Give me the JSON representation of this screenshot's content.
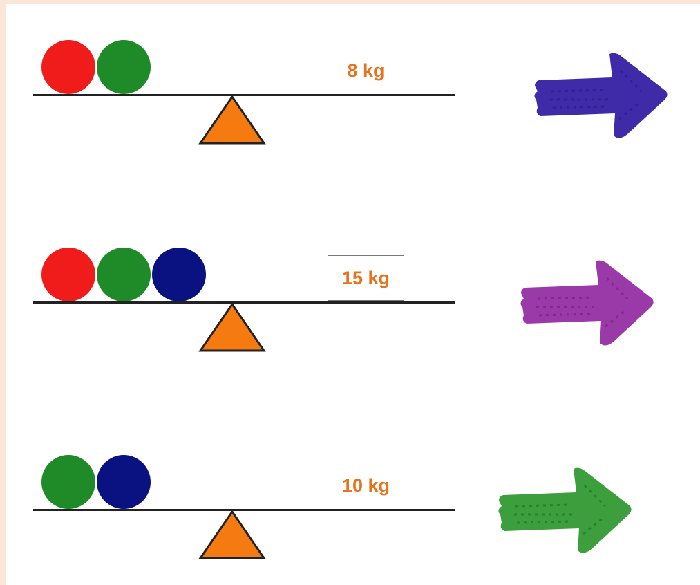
{
  "colors": {
    "red": "#f01c1c",
    "green": "#1f8a28",
    "blue": "#0a1180",
    "fulcrum": "#f57a10",
    "label": "#e8731e",
    "arrow_blue": "#3f2aa8",
    "arrow_purple": "#9a3aa8",
    "arrow_green": "#3d9e3d"
  },
  "scenes": [
    {
      "balls": [
        "red",
        "green"
      ],
      "weight_label": "8 kg",
      "arrow_color": "blue",
      "icon": "arrow-right-icon"
    },
    {
      "balls": [
        "red",
        "green",
        "blue"
      ],
      "weight_label": "15 kg",
      "arrow_color": "purple",
      "icon": "arrow-right-icon"
    },
    {
      "balls": [
        "green",
        "blue"
      ],
      "weight_label": "10 kg",
      "arrow_color": "green",
      "icon": "arrow-right-icon"
    }
  ]
}
